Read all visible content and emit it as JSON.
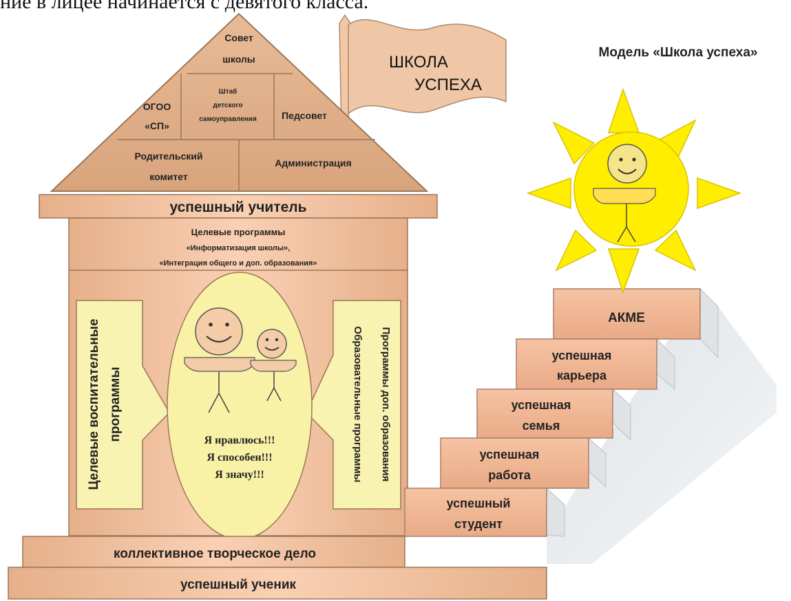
{
  "top_text": "ние в лицее начинается с девятого класса.",
  "model_title": "Модель «Школа успеха»",
  "flag": {
    "line1": "ШКОЛА",
    "line2": "УСПЕХА"
  },
  "roof": {
    "council": [
      "Совет",
      "школы"
    ],
    "ogoo": [
      "ОГОО",
      "«СП»"
    ],
    "headquarters": [
      "Штаб",
      "детского",
      "самоуправления"
    ],
    "teachers_council": "Педсовет",
    "parents_committee": [
      "Родительский",
      "комитет"
    ],
    "administration": "Администрация"
  },
  "beam_teacher": "успешный учитель",
  "target_programs": [
    "Целевые программы",
    "«Информатизация школы»,",
    "«Интеграция общего и доп. образования»"
  ],
  "left_banner": [
    "Целевые воспитательные",
    "программы"
  ],
  "right_banner": [
    "Программы доп. образования",
    "Образовательные программы"
  ],
  "oval_text": [
    "Я нравлюсь!!!",
    "Я способен!!!",
    "Я значу!!!"
  ],
  "base_step1": "коллективное творческое дело",
  "base_step2": "успешный ученик",
  "stairs": [
    [
      "успешный",
      "студент"
    ],
    [
      "успешная",
      "работа"
    ],
    [
      "успешная",
      "семья"
    ],
    [
      "успешная",
      "карьера"
    ],
    [
      "АКМЕ"
    ]
  ],
  "colors": {
    "wood_light": "#fbd2b6",
    "wood_mid": "#e8b48e",
    "wood_dark": "#d59e74",
    "oval": "#f8f1a6",
    "banner": "#f9f3b2",
    "sun": "#ffee00",
    "sun_stroke": "#d9c200",
    "step_shadow": "#e3e7ea"
  }
}
